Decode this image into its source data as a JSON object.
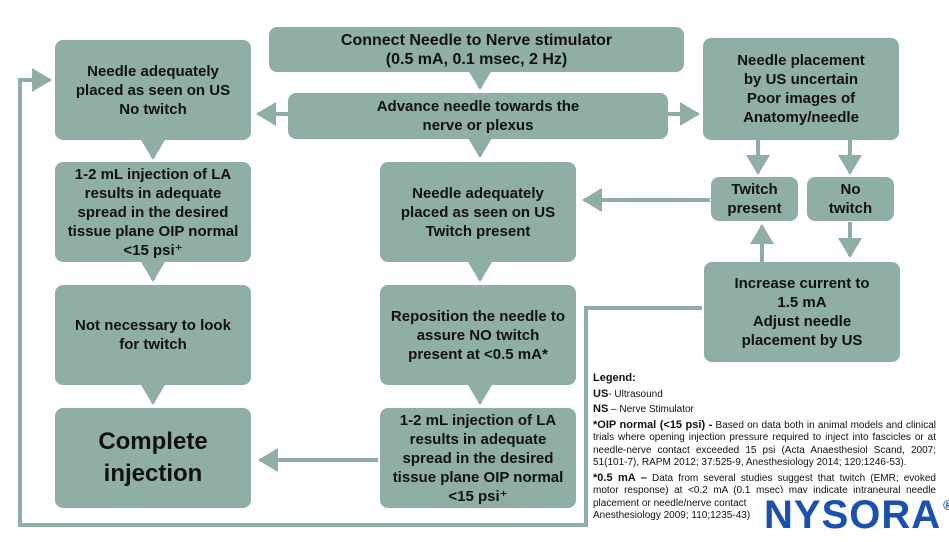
{
  "boxes": {
    "connect": "Connect Needle to Nerve stimulator\n(0.5 mA, 0.1 msec, 2 Hz)",
    "advance": "Advance needle towards the\nnerve or plexus",
    "no_twitch_placed": "Needle adequately\nplaced as seen on US\nNo twitch",
    "uncertain": "Needle placement\nby US uncertain\nPoor images of\nAnatomy/needle",
    "injection_left": "1-2 mL injection of LA\nresults in adequate\nspread in the desired\ntissue plane OIP normal\n<15 psi⁺",
    "twitch_present_placed": "Needle adequately\nplaced as seen on US\nTwitch present",
    "twitch_present": "Twitch\npresent",
    "no_twitch": "No\ntwitch",
    "not_necessary": "Not necessary to look\nfor twitch",
    "reposition": "Reposition the needle to\nassure NO twitch\npresent at <0.5 mA*",
    "increase": "Increase current to\n1.5 mA\nAdjust needle\nplacement by US",
    "complete": "Complete\ninjection",
    "injection_center": "1-2 mL injection of LA\nresults in adequate\nspread in the desired\ntissue plane OIP normal\n<15 psi⁺"
  },
  "legend": {
    "title": "Legend:",
    "us_term": "US",
    "us_def": "- Ultrasound",
    "ns_term": "NS",
    "ns_def": " – Nerve Stimulator",
    "oip_term": "*OIP normal  (<15 psi) -",
    "oip_def": " Based on data both in animal models and clinical trials where opening injection pressure required to inject into fascicles or at needle-nerve contact exceeded 15 psi (Acta Anaesthesiol Scand, 2007; 51(101-7), RAPM 2012; 37:525-9, Anesthesiology 2014; 120:1246-53).",
    "ma_term": "*0.5 mA –",
    "ma_def": " Data from several studies suggest that twitch (EMR; evoked motor response) at <0.2 mA (0.1 msec) may indicate intraneural needle placement or needle/nerve contact",
    "ma_tail": "Anesthesiology 2009; 110;1235-43)"
  },
  "logo": {
    "text": "NYSORA",
    "mark": "®"
  },
  "colors": {
    "box": "#8fafa3",
    "arrow": "#8fafa3",
    "logo": "#1a4fb3"
  }
}
